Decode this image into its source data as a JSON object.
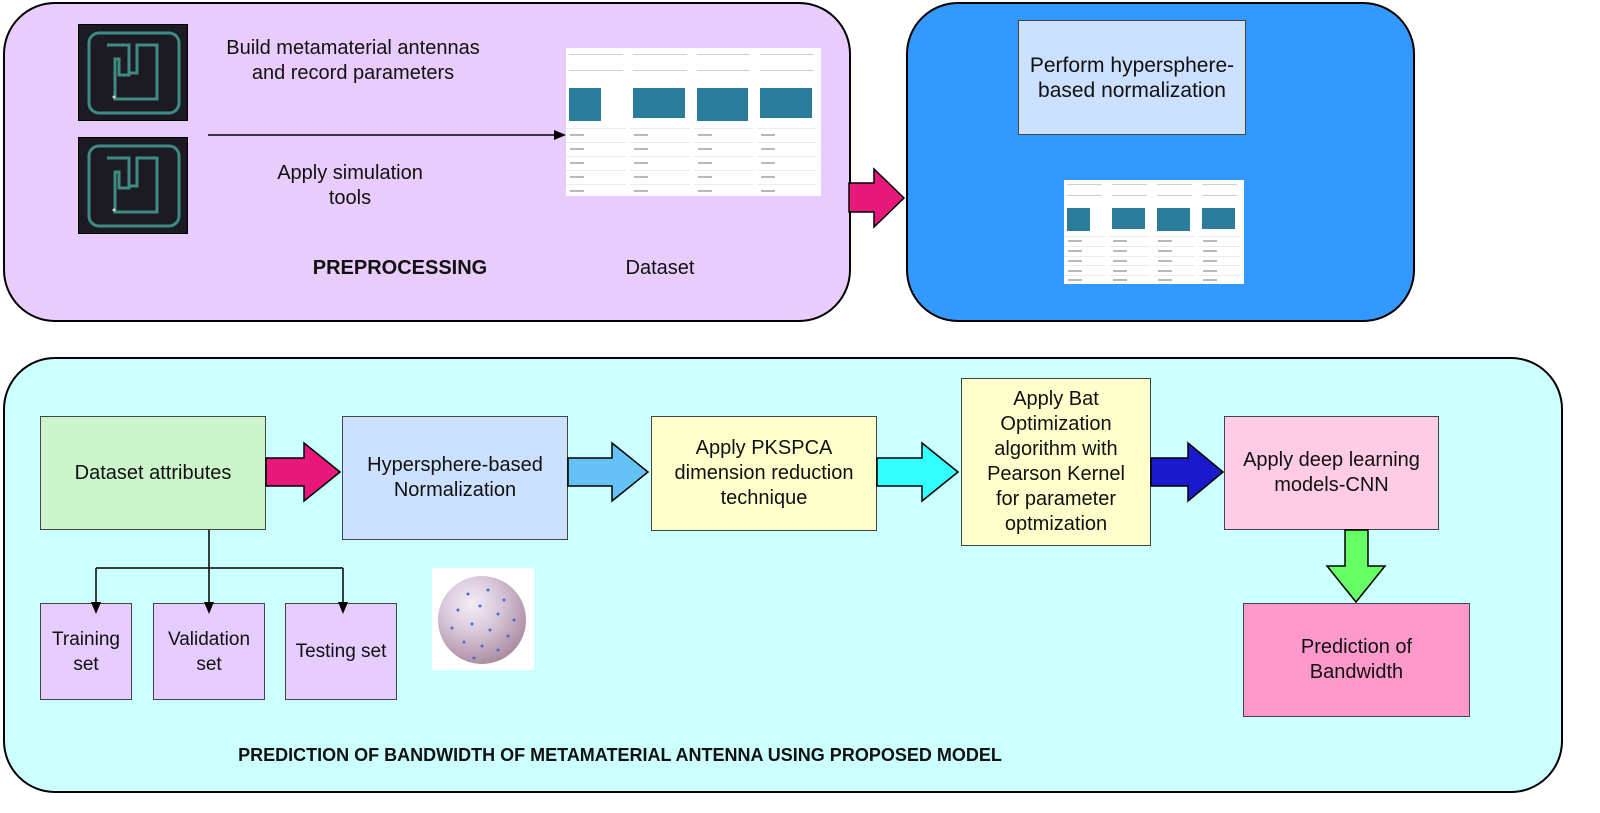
{
  "top_left": {
    "step1": [
      "Build metamaterial antennas",
      "and record parameters"
    ],
    "step2": [
      "Apply simulation",
      "tools"
    ],
    "title": "PREPROCESSING",
    "dataset_label": "Dataset",
    "background": "#e8ccfb"
  },
  "top_right": {
    "step": [
      "Perform hypersphere-",
      "based normalization"
    ],
    "background": "#3399ff"
  },
  "bottom": {
    "title": "PREDICTION OF BANDWIDTH OF METAMATERIAL ANTENNA USING PROPOSED MODEL",
    "background": "#ccffff",
    "dataset_attributes": "Dataset attributes",
    "normalization": [
      "Hypersphere-based",
      "Normalization"
    ],
    "pkspca": [
      "Apply PKSPCA",
      "dimension reduction",
      "technique"
    ],
    "bat": [
      "Apply Bat",
      "Optimization",
      "algorithm with",
      "Pearson Kernel",
      "for parameter",
      "optmization"
    ],
    "cnn": [
      "Apply deep learning",
      "models-CNN"
    ],
    "prediction": [
      "Prediction of",
      "Bandwidth"
    ],
    "training": [
      "Training",
      "set"
    ],
    "validation": [
      "Validation",
      "set"
    ],
    "testing": "Testing set"
  },
  "colors": {
    "arrow_pink": "#e8187a",
    "arrow_lightblue": "#66c2f5",
    "arrow_cyan": "#33ffff",
    "arrow_navy": "#1a1acc",
    "arrow_green": "#66ff66",
    "box_green": "#ccf5cc",
    "box_blue": "#cce0ff",
    "box_yellow": "#ffffcc",
    "box_pink": "#ffcce6",
    "box_deep_pink": "#ff99cc",
    "box_lavender": "#e6ccff"
  }
}
